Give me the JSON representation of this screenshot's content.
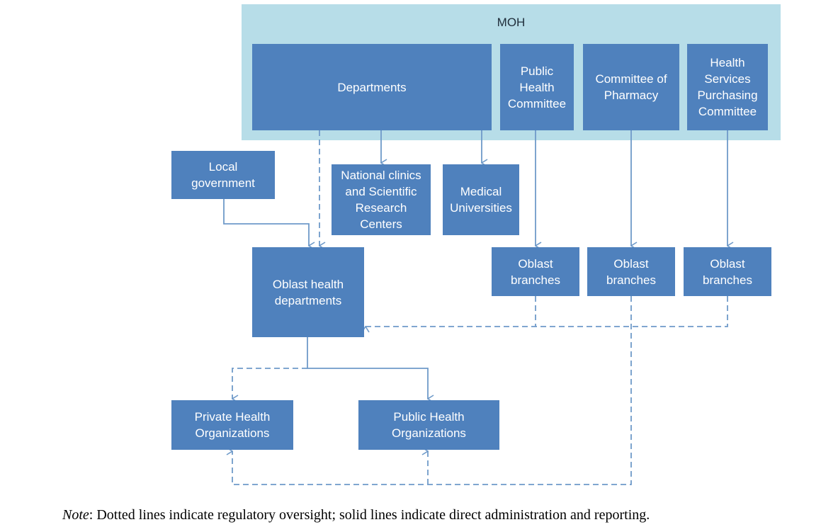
{
  "moh": {
    "title": "MOH"
  },
  "boxes": {
    "departments": "Departments",
    "public_health_committee": "Public\nHealth\nCommittee",
    "committee_of_pharmacy": "Committee of\nPharmacy",
    "health_services_purchasing_committee": "Health\nServices\nPurchasing\nCommittee",
    "local_government": "Local\ngovernment",
    "national_clinics": "National clinics\nand Scientific\nResearch\nCenters",
    "medical_universities": "Medical\nUniversities",
    "oblast_health_departments": "Oblast health\ndepartments",
    "oblast_branches_1": "Oblast\nbranches",
    "oblast_branches_2": "Oblast\nbranches",
    "oblast_branches_3": "Oblast\nbranches",
    "private_health_organizations": "Private Health\nOrganizations",
    "public_health_organizations": "Public Health\nOrganizations"
  },
  "note": {
    "label": "Note",
    "text": ": Dotted lines indicate regulatory oversight; solid lines indicate direct administration and reporting."
  },
  "colors": {
    "moh_background": "#b7dde8",
    "box_fill": "#4f81bd",
    "line": "#6f9ac9"
  }
}
